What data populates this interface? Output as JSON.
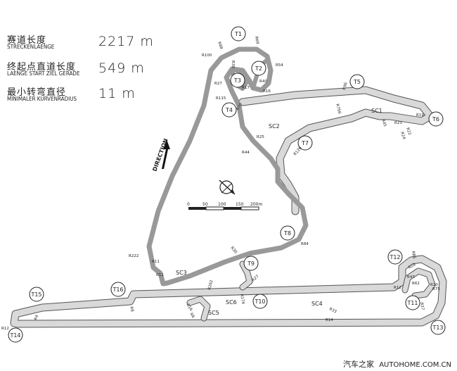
{
  "stats": [
    {
      "zh": "赛道长度",
      "de": "STRECKENLAENGE",
      "value": "2217  m"
    },
    {
      "zh": "终起点直道长度",
      "de": "LAENGE START ZIEL GERADE",
      "value": "549  m"
    },
    {
      "zh": "最小转弯直径",
      "de": "MINIMALER KURVENRADIUS",
      "value": "11  m"
    }
  ],
  "corners": [
    "T1",
    "T2",
    "T3",
    "T4",
    "T5",
    "T6",
    "T7",
    "T8",
    "T9",
    "T10",
    "T11",
    "T12",
    "T13",
    "T14",
    "T15",
    "T16"
  ],
  "sections": [
    "SC1",
    "SC2",
    "SC3",
    "SC4",
    "SC5",
    "SC6"
  ],
  "radii": [
    "R100",
    "R88",
    "R69",
    "R30",
    "R54",
    "R27",
    "R17",
    "R40",
    "R16",
    "R115",
    "R70",
    "R96",
    "R756",
    "R45",
    "R19",
    "R23",
    "R22",
    "R24",
    "R25",
    "R44",
    "R126",
    "R84",
    "R30",
    "R27",
    "R174",
    "R222",
    "R11",
    "R11",
    "R262",
    "R8",
    "R4",
    "R12",
    "R14",
    "R33",
    "R16",
    "R6",
    "R28",
    "R47",
    "R62",
    "R85",
    "R20",
    "R75",
    "R12",
    "R27"
  ],
  "direction": "DIRECTION",
  "scale": {
    "ticks": [
      "0",
      "50",
      "100",
      "150",
      "200m"
    ]
  },
  "colors": {
    "main_track": "#a6a6a6",
    "outer_track": "#d9d9d9",
    "outline": "#555555",
    "label_circle": "#ffffff"
  },
  "watermark": {
    "zh": "汽车之家",
    "en": "AUTOHOME.COM.CN"
  }
}
